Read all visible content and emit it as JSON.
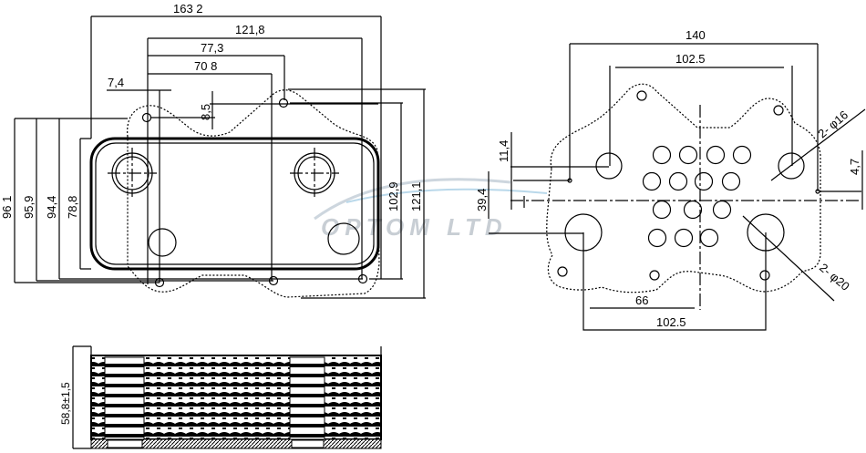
{
  "front_view": {
    "dims": {
      "overall_width": "163 2",
      "hole_span_1": "121,8",
      "hole_span_2": "77,3",
      "hole_span_3": "70 8",
      "offset_a": "7,4",
      "offset_b": "8,5",
      "height_1": "96 1",
      "height_2": "95,9",
      "height_3": "94,4",
      "height_4": "78,8",
      "height_5": "102,9",
      "height_6": "121,1"
    }
  },
  "flange_view": {
    "dims": {
      "overall_width": "140",
      "top_span": "102.5",
      "bottom_span": "102.5",
      "center_offset": "66",
      "v_offset_1": "11,4",
      "v_offset_2": "39,4",
      "v_offset_3": "4,7",
      "small_port": "2- φ16",
      "large_port": "2- φ20"
    }
  },
  "side_view": {
    "dims": {
      "height": "58,8±1,5"
    }
  },
  "watermark": "OPTOM LTD"
}
